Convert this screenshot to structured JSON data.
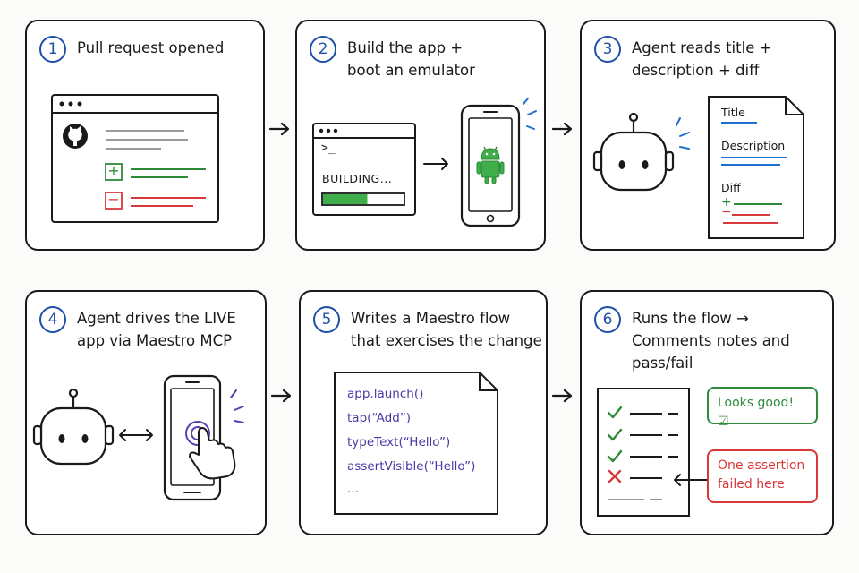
{
  "steps": [
    {
      "number": "1",
      "title": "Pull request opened"
    },
    {
      "number": "2",
      "title": "Build the app +\nboot an emulator"
    },
    {
      "number": "3",
      "title": "Agent reads title +\ndescription + diff"
    },
    {
      "number": "4",
      "title": "Agent drives the LIVE\napp via Maestro MCP"
    },
    {
      "number": "5",
      "title": "Writes a Maestro flow\nthat exercises the change"
    },
    {
      "number": "6",
      "title": "Runs the flow →\nComments notes and\npass/fail"
    }
  ],
  "step1": {
    "add_symbol": "+",
    "remove_symbol": "−"
  },
  "step2": {
    "prompt": ">_",
    "status": "BUILDING...",
    "progress": 0.55
  },
  "step3": {
    "doc_title": "Title",
    "doc_description": "Description",
    "doc_diff": "Diff",
    "add_symbol": "+",
    "remove_symbol": "−"
  },
  "step5": {
    "code_lines": [
      "app.launch()",
      "tap(“Add”)",
      "typeText(“Hello”)",
      "assertVisible(“Hello”)",
      "..."
    ]
  },
  "step6": {
    "success_comment": "Looks good! ☑",
    "failure_comment": "One assertion\nfailed here"
  },
  "colors": {
    "ink": "#1a1a1a",
    "blue": "#1f4fa8",
    "green": "#2e8b3a",
    "red": "#d9383a",
    "purple": "#5b3fb0",
    "gray": "#9a9a9a"
  }
}
